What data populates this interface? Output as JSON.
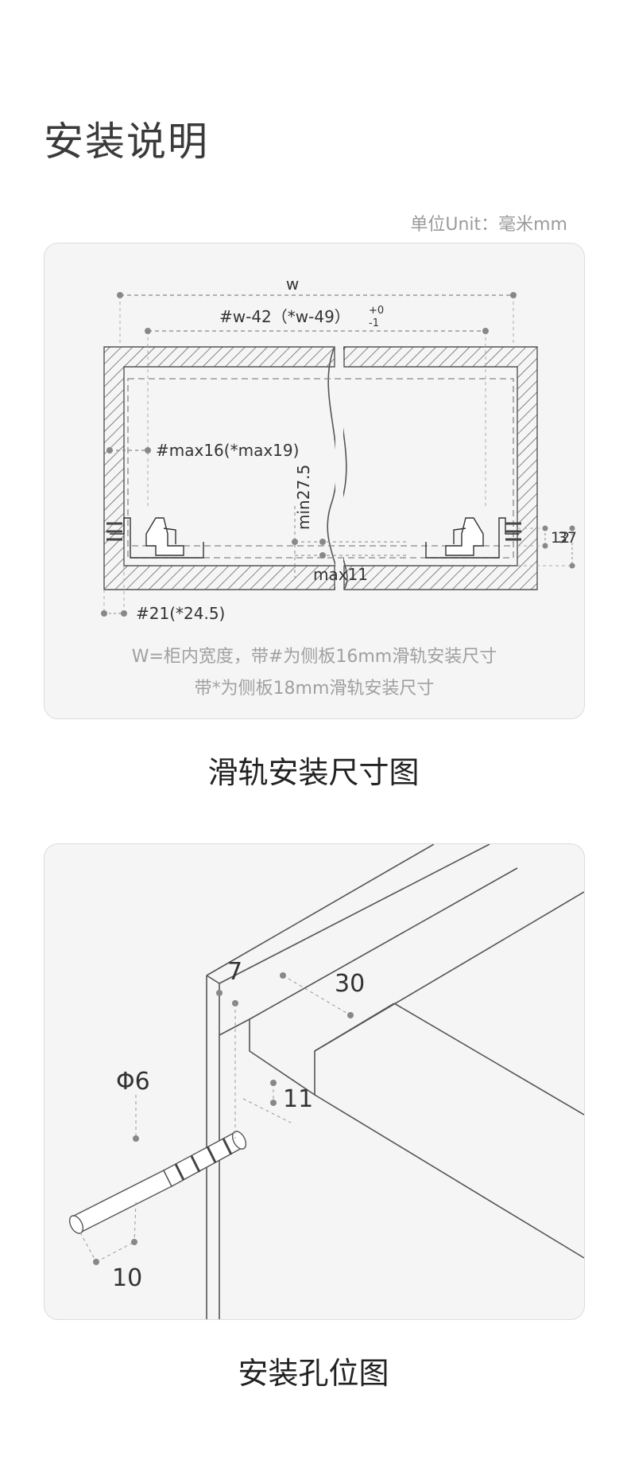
{
  "page_title": "安装说明",
  "unit_label": "单位Unit：毫米mm",
  "diagram1": {
    "dim_w": "w",
    "dim_inner": "#w-42（*w-49）",
    "tol_plus": "+0",
    "tol_minus": "-1",
    "dim_max16": "#max16(*max19)",
    "dim_min": "min27.5",
    "dim_max11": "max11",
    "dim_12": "12",
    "dim_37": "37",
    "dim_21": "#21(*24.5)",
    "note_line1": "W=柜内宽度，带#为侧板16mm滑轨安装尺寸",
    "note_line2": "带*为侧板18mm滑轨安装尺寸",
    "caption": "滑轨安装尺寸图"
  },
  "diagram2": {
    "dim_7": "7",
    "dim_30": "30",
    "dim_phi6": "Φ6",
    "dim_11": "11",
    "dim_10": "10",
    "caption": "安装孔位图"
  }
}
